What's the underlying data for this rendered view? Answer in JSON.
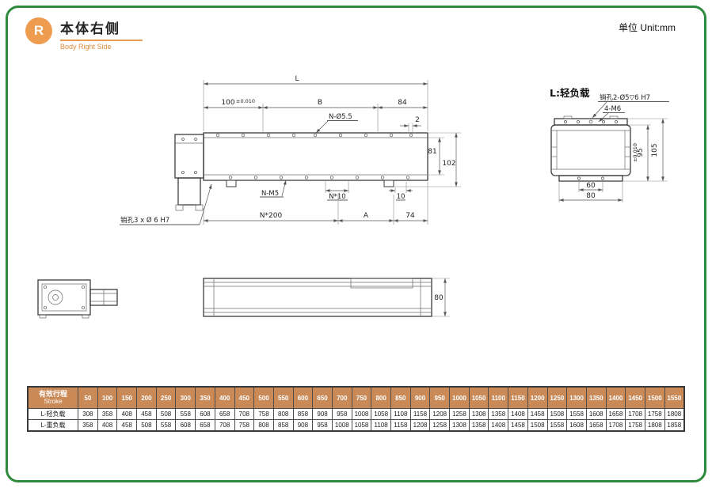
{
  "header": {
    "logo_letter": "R",
    "title_cn": "本体右侧",
    "title_en": "Body Right Side",
    "unit_label": "单位 Unit:mm"
  },
  "side_view": {
    "dim_L": "L",
    "dim_100": "100",
    "dim_100_tol": "±0.010",
    "dim_B": "B",
    "dim_84": "84",
    "label_holes_top": "N-Ø5.5",
    "dim_2": "2",
    "dim_81": "81",
    "dim_102": "102",
    "label_holes_bottom": "N-M5",
    "dim_N10": "N*10",
    "dim_10": "10",
    "dim_N200": "N*200",
    "dim_A": "A",
    "dim_74": "74",
    "label_pin_holes": "销孔3 x Ø 6 H7"
  },
  "end_view": {
    "title": "L:轻负载",
    "label_pin_holes": "销孔2-Ø5▽6 H7",
    "label_screws": "4-M6",
    "dim_105": "105",
    "dim_95": "95",
    "dim_95_tol": "±0.010",
    "dim_60": "60",
    "dim_80": "80"
  },
  "profile_view": {
    "dim_80": "80"
  },
  "stroke_table": {
    "header_cn": "有效行程",
    "header_en": "Stroke",
    "strokes": [
      50,
      100,
      150,
      200,
      250,
      300,
      350,
      400,
      450,
      500,
      550,
      600,
      650,
      700,
      750,
      800,
      850,
      900,
      950,
      1000,
      1050,
      1100,
      1150,
      1200,
      1250,
      1300,
      1350,
      1400,
      1450,
      1500,
      1550
    ],
    "rows": [
      {
        "label": "L-轻负载",
        "values": [
          308,
          358,
          408,
          458,
          508,
          558,
          608,
          658,
          708,
          758,
          808,
          858,
          908,
          958,
          1008,
          1058,
          1108,
          1158,
          1208,
          1258,
          1308,
          1358,
          1408,
          1458,
          1508,
          1558,
          1608,
          1658,
          1708,
          1758,
          1808
        ]
      },
      {
        "label": "L-重负载",
        "values": [
          358,
          408,
          458,
          508,
          558,
          608,
          658,
          708,
          758,
          808,
          858,
          908,
          958,
          1008,
          1058,
          1108,
          1158,
          1208,
          1258,
          1308,
          1358,
          1408,
          1458,
          1508,
          1558,
          1608,
          1658,
          1708,
          1758,
          1808,
          1858
        ]
      }
    ]
  },
  "colors": {
    "frame_green": "#2E8B3D",
    "accent_orange": "#E89A4F",
    "logo_orange": "#EE9C4F",
    "table_header_brown": "#C98A58",
    "line_gray": "#3C3C3C"
  }
}
